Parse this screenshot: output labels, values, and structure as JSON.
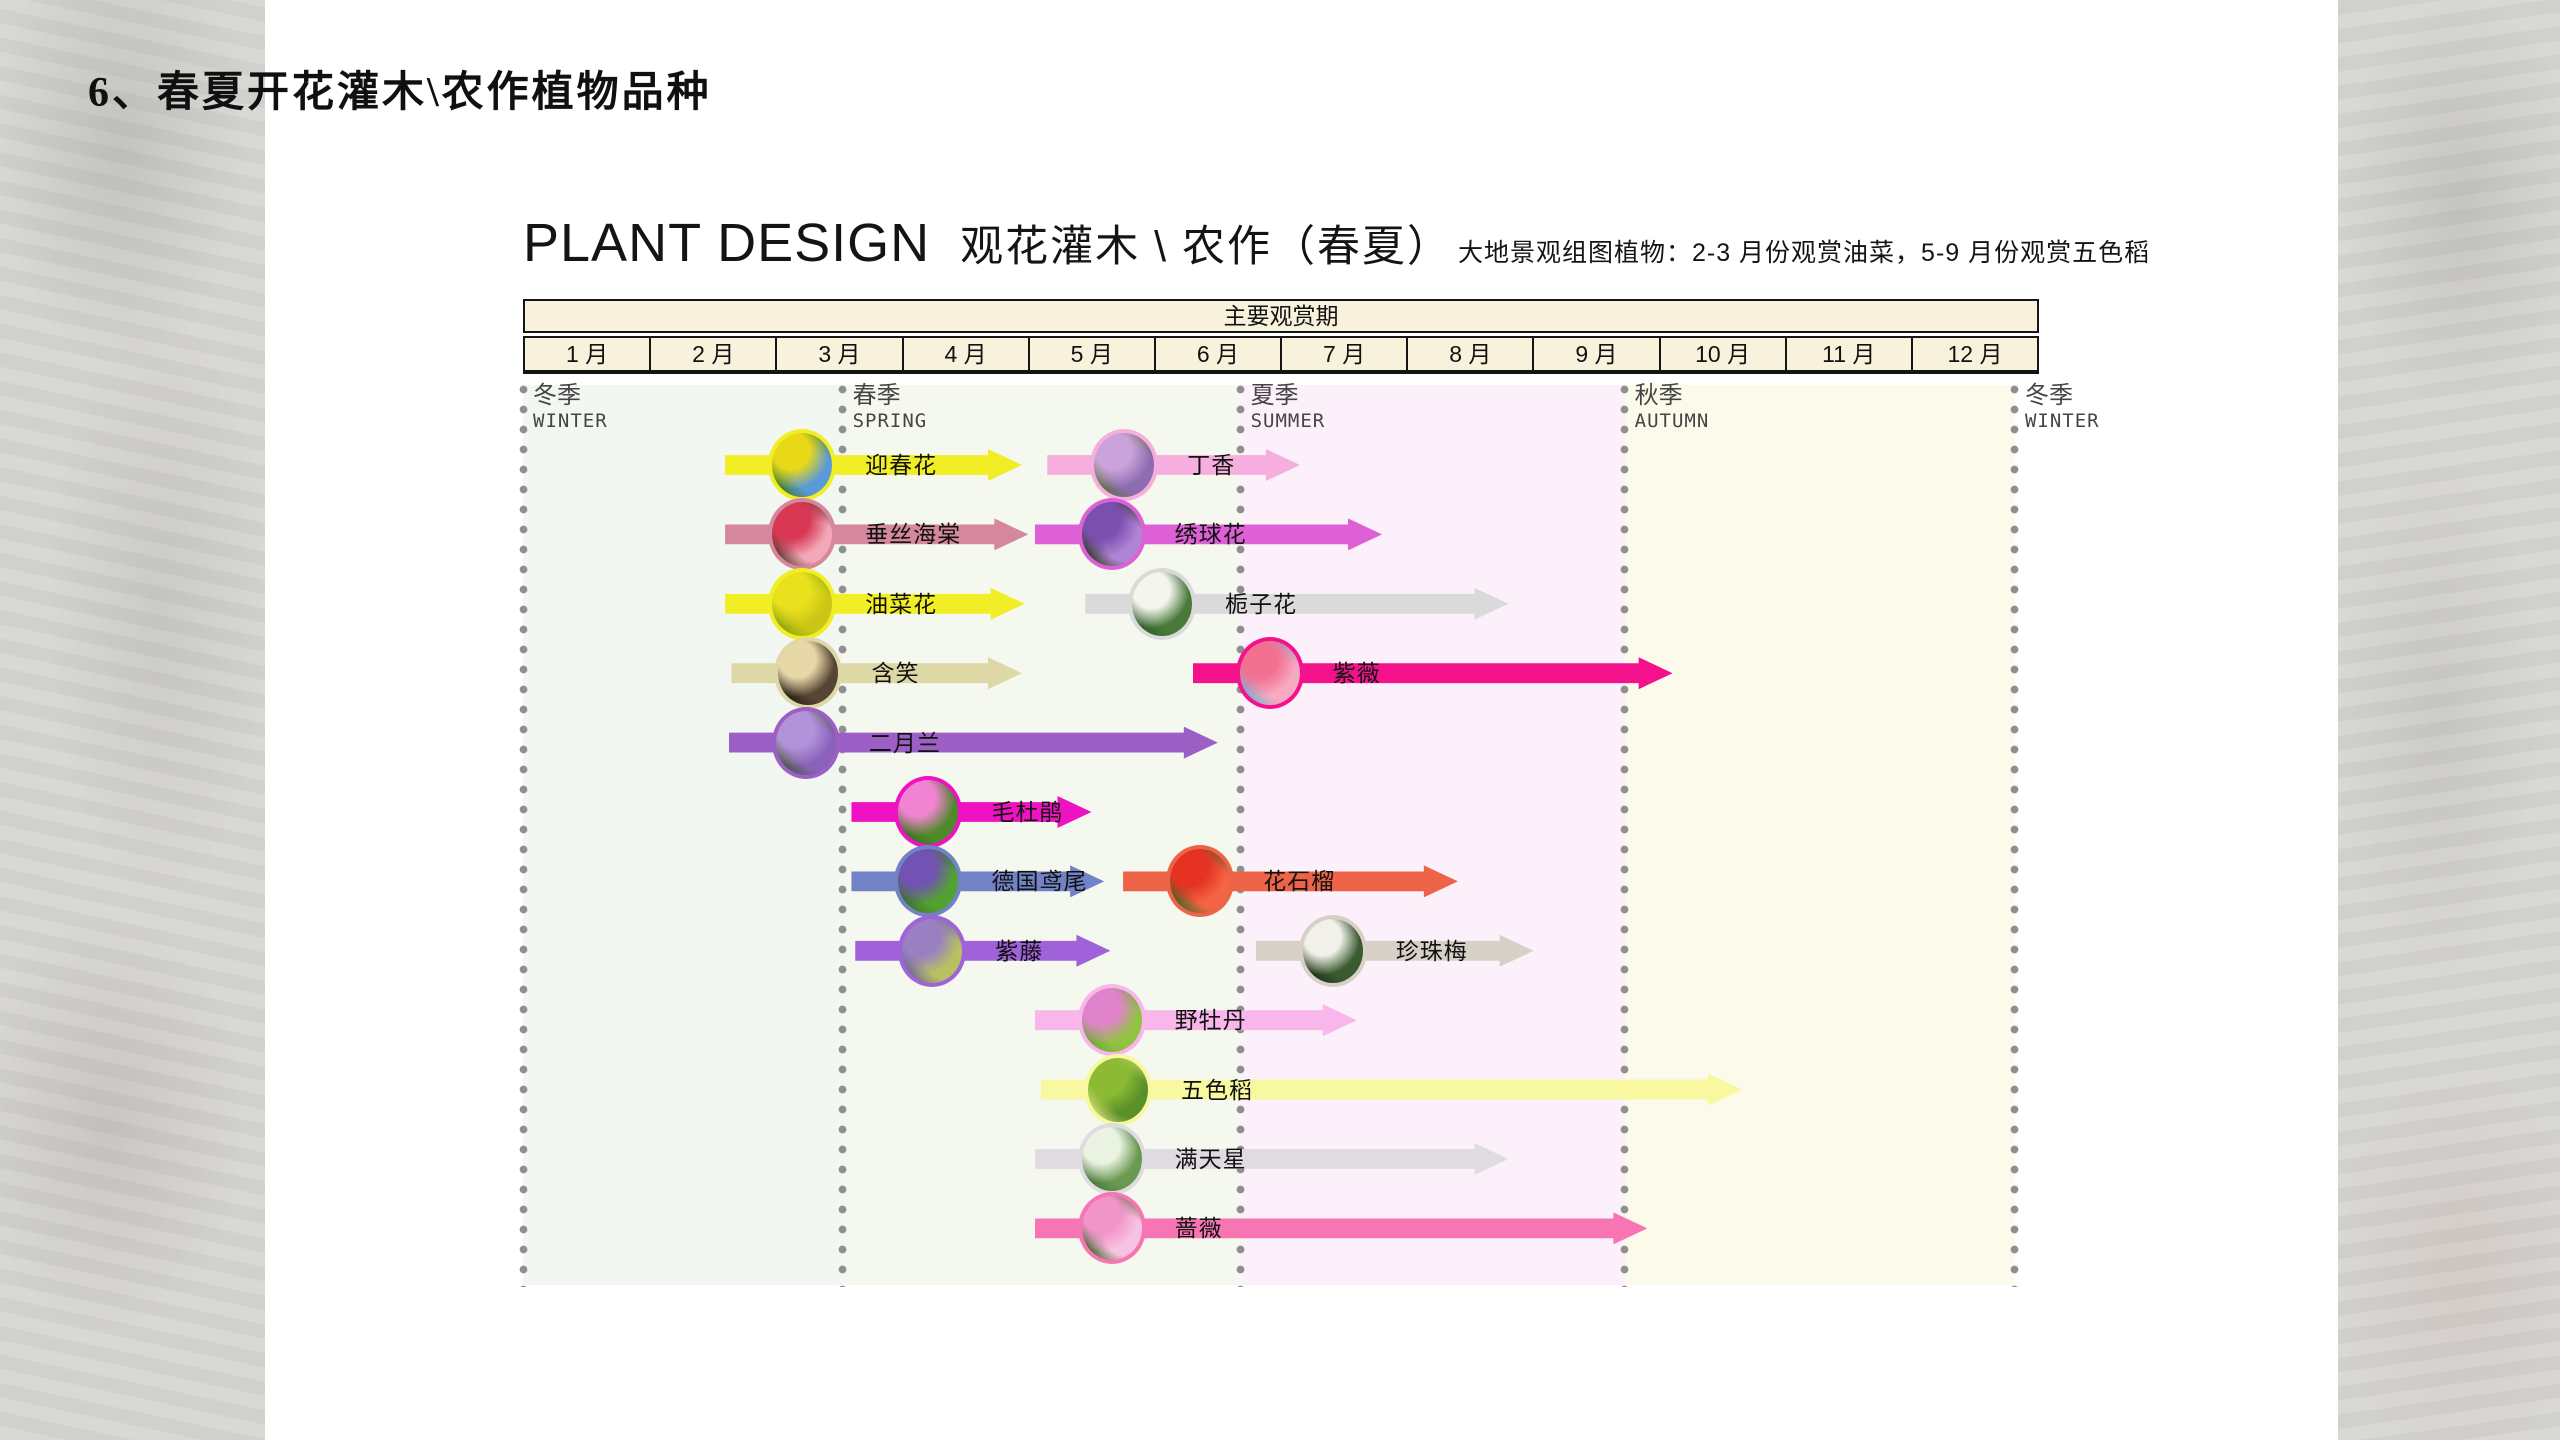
{
  "page_title": "6、春夏开花灌木\\农作植物品种",
  "header": {
    "title_en": "PLANT DESIGN",
    "title_zh": "观花灌木 \\ 农作（春夏）",
    "subtitle": "大地景观组图植物：2-3 月份观赏油菜，5-9 月份观赏五色稻"
  },
  "table": {
    "header": "主要观赏期",
    "months": [
      "1 月",
      "2 月",
      "3 月",
      "4 月",
      "5 月",
      "6 月",
      "7 月",
      "8 月",
      "9 月",
      "10 月",
      "11 月",
      "12 月"
    ]
  },
  "seasons": [
    {
      "zh": "冬季",
      "en": "WINTER",
      "month": 1.0
    },
    {
      "zh": "春季",
      "en": "SPRING",
      "month": 3.53
    },
    {
      "zh": "夏季",
      "en": "SUMMER",
      "month": 6.68
    },
    {
      "zh": "秋季",
      "en": "AUTUMN",
      "month": 9.72
    },
    {
      "zh": "冬季",
      "en": "WINTER",
      "month": 12.81
    }
  ],
  "chart_data": {
    "type": "gantt",
    "unit": "month",
    "title": "观花灌木 \\ 农作（春夏）主要观赏期",
    "x_range": [
      1,
      13
    ],
    "x_ticks": [
      "1月",
      "2月",
      "3月",
      "4月",
      "5月",
      "6月",
      "7月",
      "8月",
      "9月",
      "10月",
      "11月",
      "12月"
    ],
    "band_colors": [
      "#f3f7f1",
      "#f4f8ee",
      "#fcf0fa",
      "#fbfaeb"
    ],
    "dot_color": "#8f8f8f",
    "plants": [
      {
        "name": "迎春花",
        "start": 2.6,
        "end": 4.95,
        "row": 0,
        "color": "#f2ee26",
        "photo": [
          "#e8d818",
          "#5a9ad8",
          "#3d7a28"
        ]
      },
      {
        "name": "丁香",
        "start": 5.15,
        "end": 7.15,
        "row": 0,
        "color": "#f6aede",
        "photo": [
          "#c9a3d9",
          "#8e6cb0",
          "#5f7040"
        ]
      },
      {
        "name": "垂丝海棠",
        "start": 2.6,
        "end": 5.0,
        "row": 1,
        "color": "#d5879e",
        "photo": [
          "#d83854",
          "#f2a8b8",
          "#5f4034"
        ]
      },
      {
        "name": "绣球花",
        "start": 5.05,
        "end": 7.8,
        "row": 1,
        "color": "#de60d6",
        "photo": [
          "#7b4fae",
          "#b183d4",
          "#2f4020"
        ]
      },
      {
        "name": "油菜花",
        "start": 2.6,
        "end": 4.97,
        "row": 2,
        "color": "#f2ee26",
        "photo": [
          "#e9e11e",
          "#cbc514",
          "#8aa210"
        ]
      },
      {
        "name": "栀子花",
        "start": 5.45,
        "end": 8.8,
        "row": 2,
        "color": "#dadada",
        "photo": [
          "#f4f6ee",
          "#4a7a3a",
          "#2c5c2c"
        ]
      },
      {
        "name": "含笑",
        "start": 2.65,
        "end": 4.95,
        "row": 3,
        "color": "#ddd8a6",
        "photo": [
          "#e8d8a8",
          "#564434",
          "#221a12"
        ]
      },
      {
        "name": "紫薇",
        "start": 6.3,
        "end": 10.1,
        "row": 3,
        "color": "#f4128c",
        "photo": [
          "#f27090",
          "#f8aac2",
          "#7fb0d2"
        ]
      },
      {
        "name": "二月兰",
        "start": 2.63,
        "end": 6.5,
        "row": 4,
        "color": "#9c5fc6",
        "photo": [
          "#b293da",
          "#8a62ba",
          "#47593a"
        ]
      },
      {
        "name": "毛杜鹃",
        "start": 3.6,
        "end": 5.5,
        "row": 5,
        "color": "#ef12c2",
        "photo": [
          "#f083d2",
          "#4f8a2a",
          "#3a7020"
        ]
      },
      {
        "name": "德国鸢尾",
        "start": 3.6,
        "end": 5.6,
        "row": 6,
        "color": "#7282c6",
        "photo": [
          "#7252b2",
          "#52a232",
          "#3a7228"
        ]
      },
      {
        "name": "花石榴",
        "start": 5.75,
        "end": 8.4,
        "row": 6,
        "color": "#ed6347",
        "photo": [
          "#e63222",
          "#f26444",
          "#3a6a26"
        ]
      },
      {
        "name": "紫藤",
        "start": 3.63,
        "end": 5.65,
        "row": 7,
        "color": "#a062d8",
        "photo": [
          "#9a80c2",
          "#b8c062",
          "#6f6890"
        ]
      },
      {
        "name": "珍珠梅",
        "start": 6.8,
        "end": 9.0,
        "row": 7,
        "color": "#d6d0c6",
        "photo": [
          "#f1f1e9",
          "#3a5a30",
          "#1a3018"
        ]
      },
      {
        "name": "野牡丹",
        "start": 5.05,
        "end": 7.6,
        "row": 8,
        "color": "#f9b6ea",
        "photo": [
          "#e183ca",
          "#92c242",
          "#6fa838"
        ]
      },
      {
        "name": "五色稻",
        "start": 5.1,
        "end": 10.65,
        "row": 9,
        "color": "#f8f8a0",
        "photo": [
          "#8cbb33",
          "#5a9028",
          "#cdd973"
        ]
      },
      {
        "name": "满天星",
        "start": 5.05,
        "end": 8.8,
        "row": 10,
        "color": "#dfdbe0",
        "photo": [
          "#eaf2e2",
          "#6a9a50",
          "#46763a"
        ]
      },
      {
        "name": "蔷薇",
        "start": 5.05,
        "end": 9.9,
        "row": 11,
        "color": "#f875b4",
        "photo": [
          "#f294ca",
          "#f8c2e2",
          "#3f6828"
        ]
      }
    ]
  }
}
